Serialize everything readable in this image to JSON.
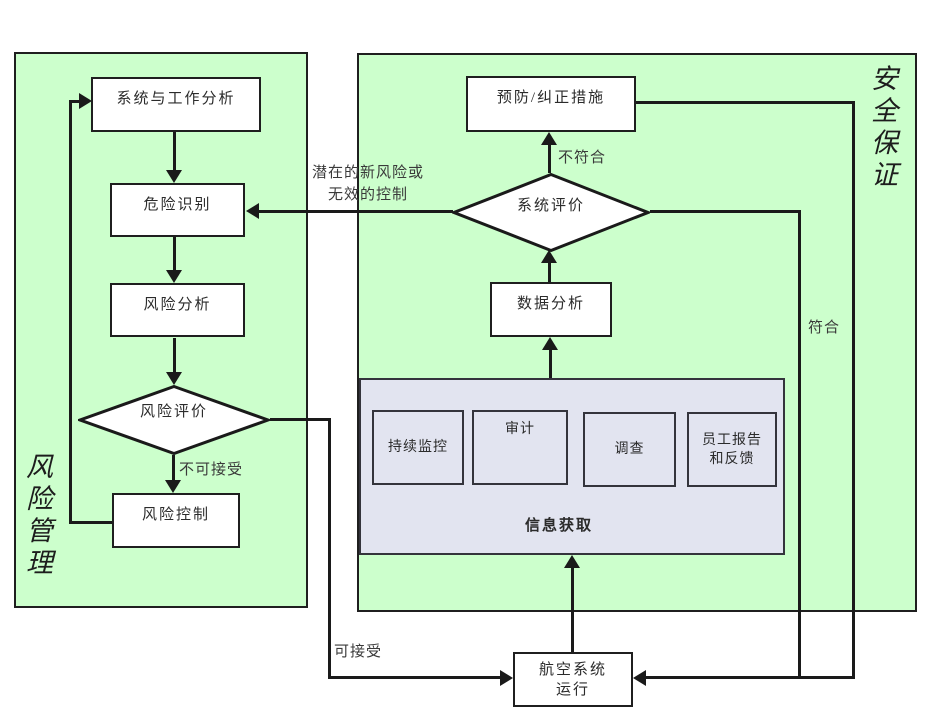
{
  "diagram": {
    "left_panel": {
      "title": "风险管理",
      "nodes": {
        "system_analysis": "系统与工作分析",
        "hazard_identification": "危险识别",
        "risk_analysis": "风险分析",
        "risk_evaluation": "风险评价",
        "risk_control": "风险控制"
      },
      "labels": {
        "unacceptable": "不可接受"
      }
    },
    "right_panel": {
      "title": "安全保证",
      "nodes": {
        "preventive_corrective": "预防/纠正措施",
        "system_evaluation": "系统评价",
        "data_analysis": "数据分析",
        "info_acquisition": "信息获取",
        "continuous_monitoring": "持续监控",
        "audit": "审计",
        "investigation": "调查",
        "employee_report_line1": "员工报告",
        "employee_report_line2": "和反馈"
      },
      "labels": {
        "noncompliant": "不符合",
        "compliant": "符合"
      }
    },
    "shared": {
      "new_risk_line1": "潜在的新风险或",
      "new_risk_line2": "无效的控制",
      "acceptable": "可接受",
      "aviation_line1": "航空系统",
      "aviation_line2": "运行"
    },
    "colors": {
      "panel_fill": "#ccffcc",
      "panel_border": "#1f1f1f",
      "node_fill": "#ffffff",
      "info_box_fill": "#e2e4f0",
      "connector": "#1a1a1a"
    }
  }
}
